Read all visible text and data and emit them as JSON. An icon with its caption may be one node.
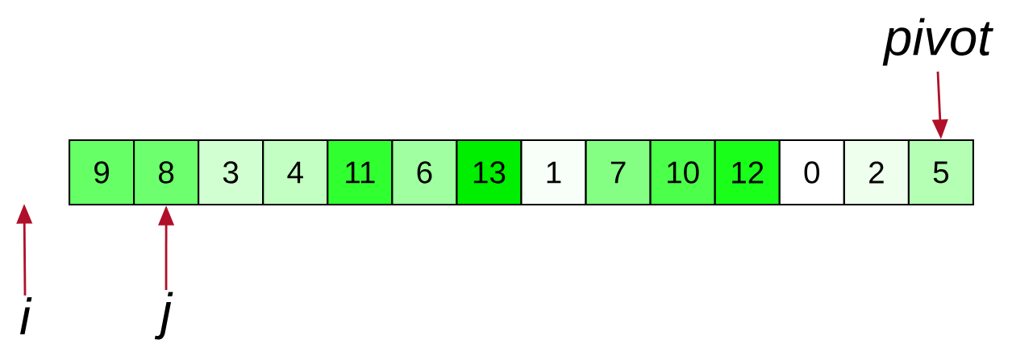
{
  "diagram": {
    "nodes": [
      {
        "text": [
          "9"
        ]
      },
      {
        "text": [
          "8"
        ]
      },
      {
        "text": [
          "3"
        ]
      },
      {
        "text": [
          "4"
        ]
      },
      {
        "text": [
          "11"
        ]
      },
      {
        "text": [
          "6"
        ]
      },
      {
        "text": [
          "13"
        ]
      },
      {
        "text": [
          "1"
        ]
      },
      {
        "text": [
          "7"
        ]
      },
      {
        "text": [
          "10"
        ]
      },
      {
        "text": [
          "12"
        ]
      },
      {
        "text": [
          "0"
        ]
      },
      {
        "text": [
          "2"
        ]
      },
      {
        "text": [
          "5"
        ]
      },
      {
        "text": [
          "i"
        ]
      },
      {
        "text": [
          "j"
        ]
      },
      {
        "text": [
          "pivot"
        ]
      }
    ],
    "edges": [
      {
        "from": 14,
        "to": null,
        "arrow": "to"
      },
      {
        "from": 15,
        "to": 1,
        "arrow": "to"
      },
      {
        "from": 16,
        "to": 13,
        "arrow": "to"
      }
    ]
  }
}
